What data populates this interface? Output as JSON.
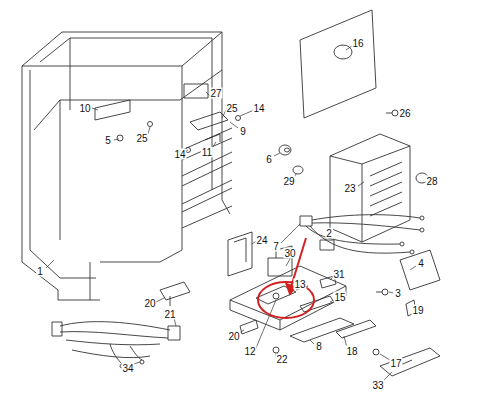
{
  "diagram": {
    "labels": [
      "16",
      "10",
      "27",
      "25",
      "9",
      "14",
      "26",
      "5",
      "25",
      "14",
      "11",
      "6",
      "29",
      "23",
      "28",
      "1",
      "7",
      "4",
      "24",
      "30",
      "2",
      "13",
      "31",
      "3",
      "20",
      "15",
      "19",
      "21",
      "20",
      "12",
      "8",
      "18",
      "17",
      "34",
      "22",
      "33"
    ]
  }
}
